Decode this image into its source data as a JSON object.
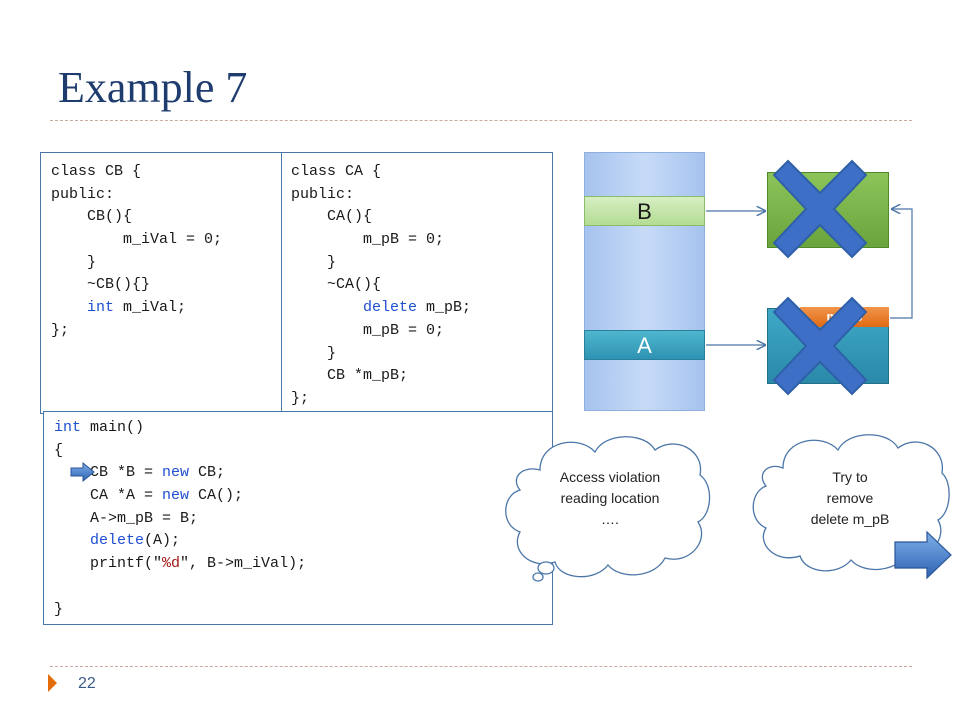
{
  "slide": {
    "title": "Example 7",
    "page_number": "22"
  },
  "code_cb": [
    [
      "class CB {"
    ],
    [
      "public:"
    ],
    [
      "    CB(){"
    ],
    [
      "        m_iVal = 0;"
    ],
    [
      "    }"
    ],
    [
      "    ~CB(){}"
    ],
    [
      "    ",
      "int",
      " m_iVal;"
    ],
    [
      "};"
    ]
  ],
  "code_ca": [
    [
      "class CA {"
    ],
    [
      "public:"
    ],
    [
      "    CA(){"
    ],
    [
      "        m_pB = 0;"
    ],
    [
      "    }"
    ],
    [
      "    ~CA(){"
    ],
    [
      "        ",
      "delete",
      " m_pB;"
    ],
    [
      "        m_pB = 0;"
    ],
    [
      "    }"
    ],
    [
      "    CB *m_pB;"
    ],
    [
      "};"
    ]
  ],
  "code_main": [
    [
      "int",
      " main()"
    ],
    [
      "{"
    ],
    [
      "    CB *B = ",
      "new",
      " CB;"
    ],
    [
      "    CA *A = ",
      "new",
      " CA();"
    ],
    [
      "    A->m_pB = B;"
    ],
    [
      "    ",
      "delete",
      "(A);"
    ],
    [
      "    printf(\"",
      "%d",
      "\", B->m_iVal);"
    ],
    [
      ""
    ],
    [
      "}"
    ]
  ],
  "stack": {
    "slot_b": "B",
    "slot_a": "A"
  },
  "heap": {
    "member_label": "m_pB"
  },
  "clouds": {
    "left": [
      "Access violation",
      "reading location",
      "…."
    ],
    "right": [
      "Try to",
      "remove",
      "delete m_pB"
    ]
  },
  "colors": {
    "title": "#1f3c6e",
    "keyword": "#1f4fd1",
    "code_border": "#4b76a8",
    "cross": "#3d6fc6",
    "green_box": "#7ab34a",
    "teal_box": "#2f97b7",
    "orange_tag": "#e8741c"
  }
}
